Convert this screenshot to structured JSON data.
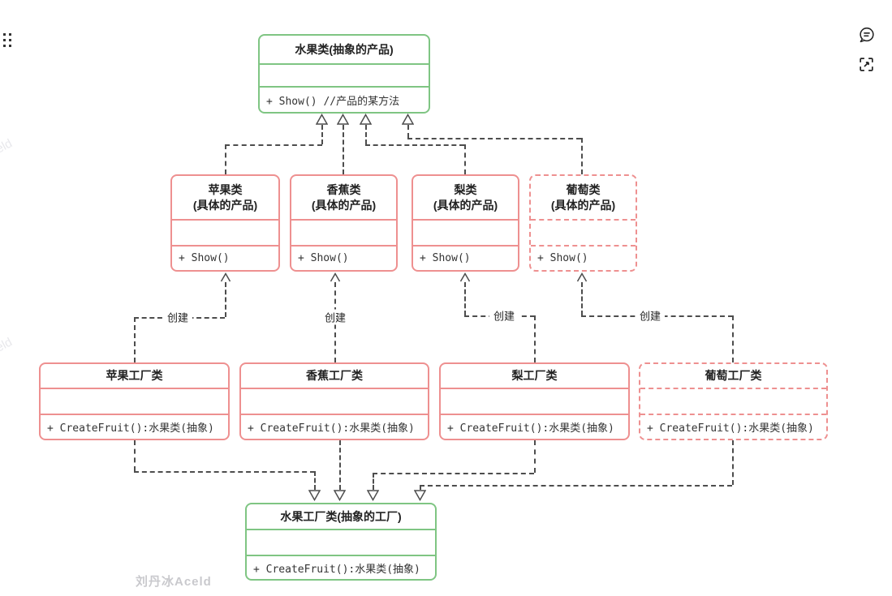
{
  "diagram": {
    "products": {
      "fruit": {
        "title": "水果类(抽象的产品)",
        "method": "+ Show() //产品的某方法"
      },
      "apple": {
        "title": "苹果类",
        "subtitle": "(具体的产品)",
        "method": "+ Show()"
      },
      "banana": {
        "title": "香蕉类",
        "subtitle": "(具体的产品)",
        "method": "+ Show()"
      },
      "pear": {
        "title": "梨类",
        "subtitle": "(具体的产品)",
        "method": "+ Show()"
      },
      "grape": {
        "title": "葡萄类",
        "subtitle": "(具体的产品)",
        "method": "+ Show()"
      }
    },
    "factories": {
      "apple": {
        "title": "苹果工厂类",
        "method": "+ CreateFruit():水果类(抽象)"
      },
      "banana": {
        "title": "香蕉工厂类",
        "method": "+ CreateFruit():水果类(抽象)"
      },
      "pear": {
        "title": "梨工厂类",
        "method": "+ CreateFruit():水果类(抽象)"
      },
      "grape": {
        "title": "葡萄工厂类",
        "method": "+ CreateFruit():水果类(抽象)"
      },
      "abstract": {
        "title": "水果工厂类(抽象的工厂)",
        "method": "+ CreateFruit():水果类(抽象)"
      }
    },
    "edge_labels": {
      "create": "创建"
    },
    "colors": {
      "abstract_border": "#7fc583",
      "concrete_border": "#ee9090",
      "connector": "#4d4d4d"
    }
  },
  "watermarks": {
    "center": "刘丹冰Aceld",
    "edge_fragment": "eld"
  },
  "icons": {
    "top_left": "grid-drag-handle",
    "top_right_comment": "comment-bubble",
    "top_right_expand": "fullscreen-expand"
  }
}
